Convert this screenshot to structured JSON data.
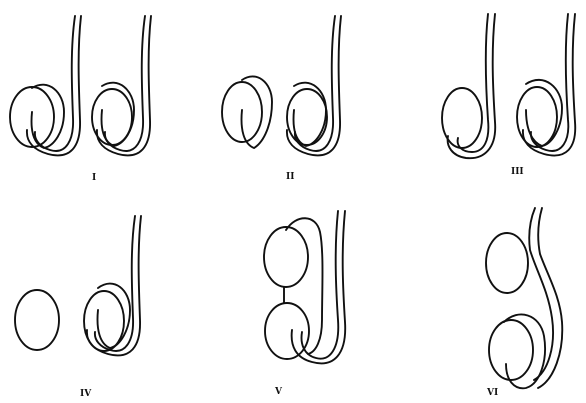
{
  "figure": {
    "panel_labels": [
      "I",
      "II",
      "III",
      "IV",
      "V",
      "VI"
    ]
  }
}
